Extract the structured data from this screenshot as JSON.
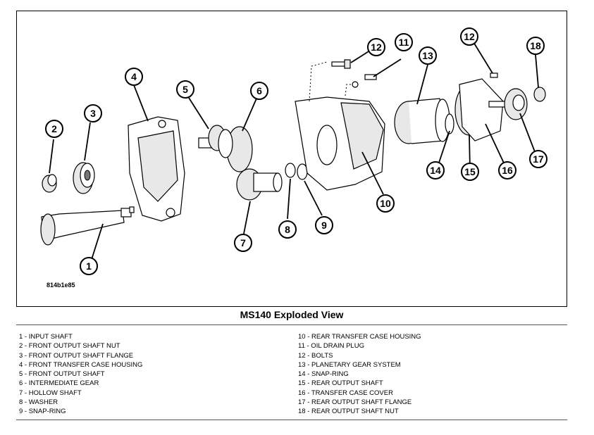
{
  "figure": {
    "image_code": "814b1e85",
    "caption": "MS140 Exploded View",
    "callouts": [
      "1",
      "2",
      "3",
      "4",
      "5",
      "6",
      "7",
      "8",
      "9",
      "10",
      "11",
      "12",
      "13",
      "14",
      "15",
      "16",
      "17",
      "12",
      "18"
    ]
  },
  "legend": {
    "left": [
      "1 - INPUT SHAFT",
      "2 - FRONT OUTPUT SHAFT NUT",
      "3 - FRONT OUTPUT SHAFT FLANGE",
      "4 - FRONT TRANSFER CASE HOUSING",
      "5 - FRONT OUTPUT SHAFT",
      "6 - INTERMEDIATE GEAR",
      "7 - HOLLOW SHAFT",
      "8 - WASHER",
      "9 - SNAP-RING"
    ],
    "right": [
      "10 - REAR TRANSFER CASE HOUSING",
      "11 - OIL DRAIN PLUG",
      "12 - BOLTS",
      "13 - PLANETARY GEAR SYSTEM",
      "14 - SNAP-RING",
      "15 - REAR OUTPUT SHAFT",
      "16 - TRANSFER CASE COVER",
      "17 - REAR OUTPUT SHAFT FLANGE",
      "18 - REAR OUTPUT SHAFT NUT"
    ]
  }
}
